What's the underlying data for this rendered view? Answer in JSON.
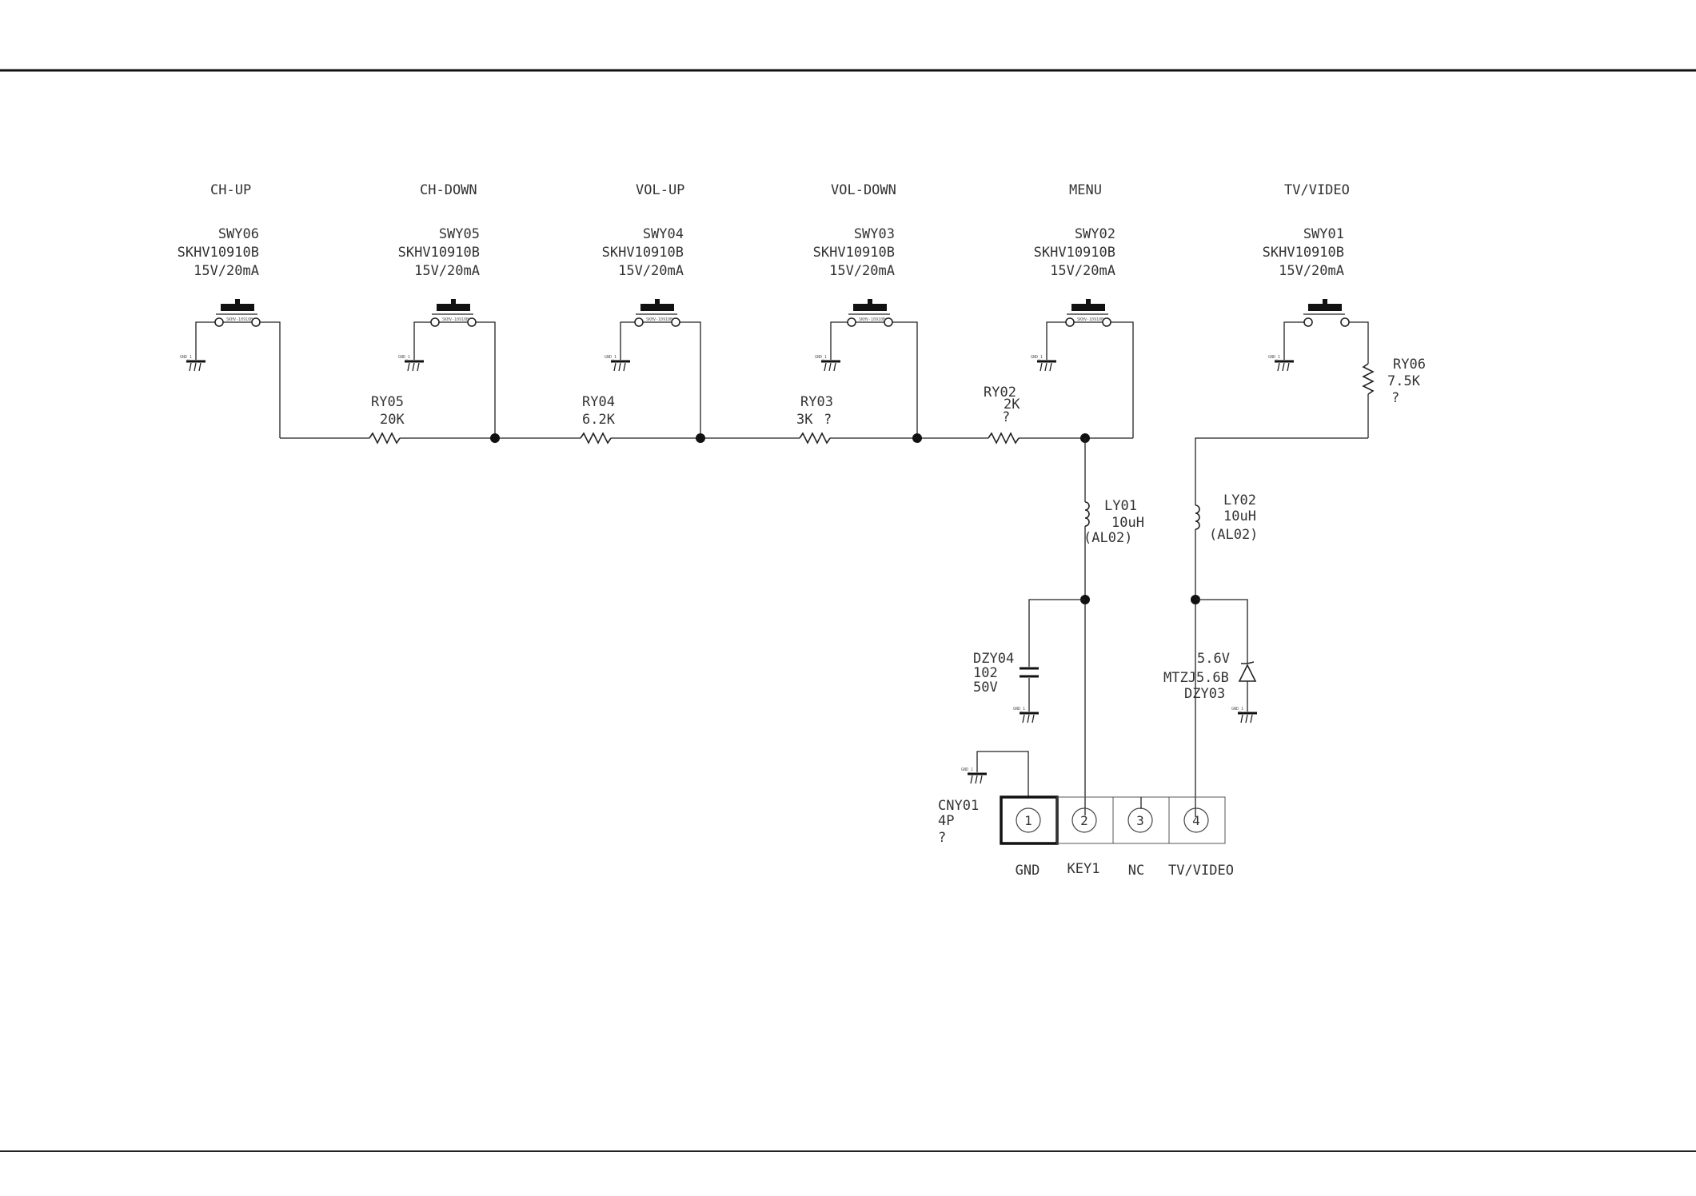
{
  "switches": [
    {
      "function": "CH-UP",
      "ref": "SWY06",
      "part": "SKHV10910B",
      "rating": "15V/20mA"
    },
    {
      "function": "CH-DOWN",
      "ref": "SWY05",
      "part": "SKHV10910B",
      "rating": "15V/20mA"
    },
    {
      "function": "VOL-UP",
      "ref": "SWY04",
      "part": "SKHV10910B",
      "rating": "15V/20mA"
    },
    {
      "function": "VOL-DOWN",
      "ref": "SWY03",
      "part": "SKHV10910B",
      "rating": "15V/20mA"
    },
    {
      "function": "MENU",
      "ref": "SWY02",
      "part": "SKHV10910B",
      "rating": "15V/20mA"
    },
    {
      "function": "TV/VIDEO",
      "ref": "SWY01",
      "part": "SKHV10910B",
      "rating": "15V/20mA"
    }
  ],
  "resistors": [
    {
      "ref": "RY05",
      "value": "20K",
      "note": ""
    },
    {
      "ref": "RY04",
      "value": "6.2K",
      "note": ""
    },
    {
      "ref": "RY03",
      "value": "3K",
      "note": "?"
    },
    {
      "ref": "RY02",
      "value": "2K",
      "note": "?"
    },
    {
      "ref": "RY06",
      "value": "7.5K",
      "note": "?"
    }
  ],
  "inductors": [
    {
      "ref": "LY01",
      "value": "10uH",
      "note": "(AL02)"
    },
    {
      "ref": "LY02",
      "value": "10uH",
      "note": "(AL02)"
    }
  ],
  "capacitor": {
    "ref": "DZY04",
    "value": "102",
    "rating": "50V"
  },
  "zener": {
    "voltage": "5.6V",
    "part": "MTZJ5.6B",
    "ref": "DZY03"
  },
  "connector": {
    "ref": "CNY01",
    "size": "4P",
    "note": "?",
    "pins": [
      {
        "num": "1",
        "name": "GND"
      },
      {
        "num": "2",
        "name": "KEY1"
      },
      {
        "num": "3",
        "name": "NC"
      },
      {
        "num": "4",
        "name": "TV/VIDEO"
      }
    ]
  },
  "colors": {
    "ink": "#222222",
    "background": "#ffffff"
  }
}
